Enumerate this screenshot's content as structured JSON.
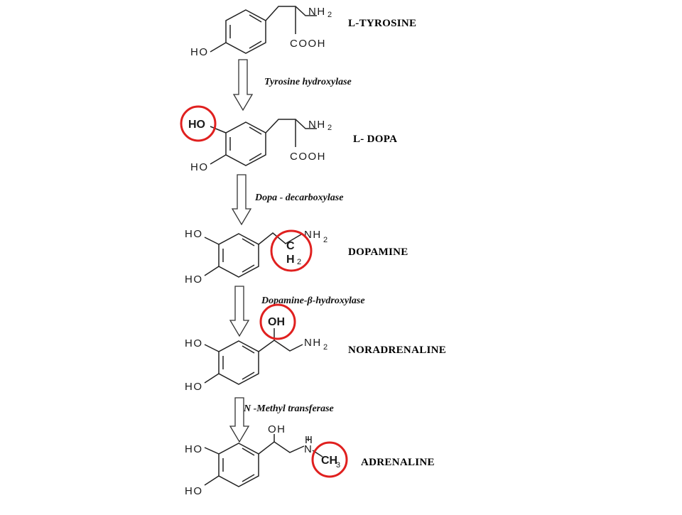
{
  "colors": {
    "highlight": "#e0201f",
    "bond": "#222222",
    "text": "#1a1a1a"
  },
  "compounds": [
    {
      "name": "L-TYROSINE",
      "top_label": "NH",
      "top_sub": "2",
      "bottom_label": "COOH",
      "ring_group": "HO"
    },
    {
      "name": "L- DOPA",
      "top_label": "NH",
      "top_sub": "2",
      "bottom_label": "COOH",
      "ring_group_1": "HO",
      "ring_group_2": "HO"
    },
    {
      "name": "DOPAMINE",
      "top_label": "NH",
      "top_sub": "2",
      "carbon": "C",
      "carbon_h": "H",
      "carbon_sub": "2",
      "ring_group_1": "HO",
      "ring_group_2": "HO"
    },
    {
      "name": "NORADRENALINE",
      "top_label": "NH",
      "top_sub": "2",
      "hydroxyl": "OH",
      "ring_group_1": "HO",
      "ring_group_2": "HO"
    },
    {
      "name": "ADRENALINE",
      "hydroxyl": "OH",
      "amine_h": "H",
      "amine_n": "N",
      "methyl": "CH",
      "methyl_sub": "3",
      "ring_group_1": "HO",
      "ring_group_2": "HO"
    }
  ],
  "enzymes": [
    {
      "label": "Tyrosine hydroxylase"
    },
    {
      "label": "Dopa - decarboxylase"
    },
    {
      "label": "Dopamine-β-hydroxylase"
    },
    {
      "label": "N -Methyl transferase"
    }
  ]
}
